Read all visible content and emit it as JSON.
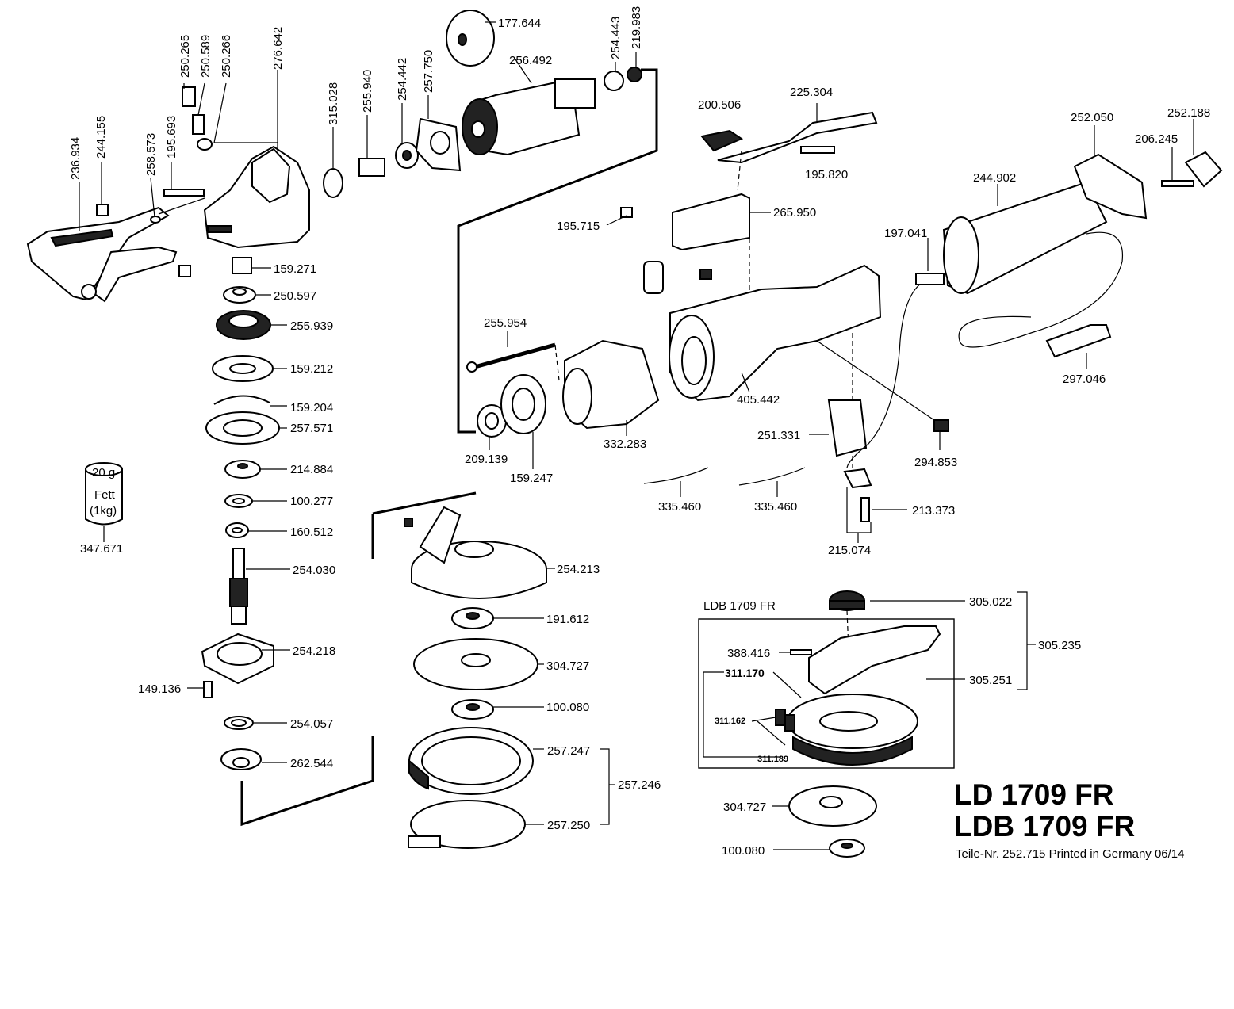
{
  "title": {
    "line1": "LD 1709 FR",
    "line2": "LDB 1709 FR",
    "footer": "Teile-Nr. 252.715 Printed in Germany 06/14"
  },
  "variant_label": "LDB 1709 FR",
  "grease": {
    "weight": "20 g",
    "name": "Fett",
    "amount": "(1kg)",
    "part": "347.671"
  },
  "parts": [
    {
      "num": "250.265"
    },
    {
      "num": "250.589"
    },
    {
      "num": "250.266"
    },
    {
      "num": "276.642"
    },
    {
      "num": "236.934"
    },
    {
      "num": "244.155"
    },
    {
      "num": "258.573"
    },
    {
      "num": "195.693"
    },
    {
      "num": "315.028"
    },
    {
      "num": "255.940"
    },
    {
      "num": "254.442"
    },
    {
      "num": "257.750"
    },
    {
      "num": "177.644"
    },
    {
      "num": "256.492"
    },
    {
      "num": "254.443"
    },
    {
      "num": "219.983"
    },
    {
      "num": "159.271"
    },
    {
      "num": "250.597"
    },
    {
      "num": "255.939"
    },
    {
      "num": "159.212"
    },
    {
      "num": "159.204"
    },
    {
      "num": "257.571"
    },
    {
      "num": "214.884"
    },
    {
      "num": "100.277"
    },
    {
      "num": "160.512"
    },
    {
      "num": "254.030"
    },
    {
      "num": "254.218"
    },
    {
      "num": "149.136"
    },
    {
      "num": "254.057"
    },
    {
      "num": "262.544"
    },
    {
      "num": "200.506"
    },
    {
      "num": "225.304"
    },
    {
      "num": "195.820"
    },
    {
      "num": "265.950"
    },
    {
      "num": "195.715"
    },
    {
      "num": "255.954"
    },
    {
      "num": "405.442"
    },
    {
      "num": "332.283"
    },
    {
      "num": "209.139"
    },
    {
      "num": "159.247"
    },
    {
      "num": "335.460"
    },
    {
      "num": "335.460"
    },
    {
      "num": "251.331"
    },
    {
      "num": "294.853"
    },
    {
      "num": "213.373"
    },
    {
      "num": "215.074"
    },
    {
      "num": "252.050"
    },
    {
      "num": "252.188"
    },
    {
      "num": "206.245"
    },
    {
      "num": "244.902"
    },
    {
      "num": "197.041"
    },
    {
      "num": "297.046"
    },
    {
      "num": "254.213"
    },
    {
      "num": "191.612"
    },
    {
      "num": "304.727"
    },
    {
      "num": "100.080"
    },
    {
      "num": "257.247"
    },
    {
      "num": "257.246"
    },
    {
      "num": "257.250"
    },
    {
      "num": "305.022"
    },
    {
      "num": "305.235"
    },
    {
      "num": "305.251"
    },
    {
      "num": "388.416"
    },
    {
      "num": "311.170"
    },
    {
      "num": "311.162"
    },
    {
      "num": "311.189"
    },
    {
      "num": "304.727"
    },
    {
      "num": "100.080"
    }
  ]
}
